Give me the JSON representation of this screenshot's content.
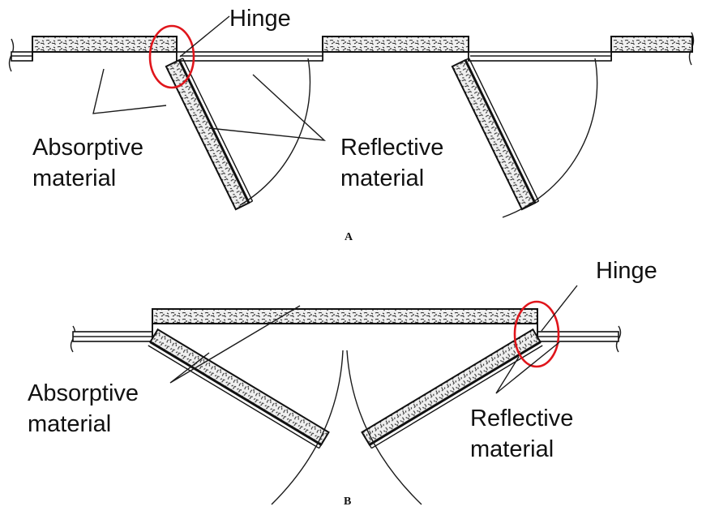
{
  "panels": [
    {
      "id": "A",
      "panel_label": "A",
      "labels": {
        "hinge": "Hinge",
        "absorptive_line1": "Absorptive",
        "absorptive_line2": "material",
        "reflective_line1": "Reflective",
        "reflective_line2": "material"
      }
    },
    {
      "id": "B",
      "panel_label": "B",
      "labels": {
        "hinge": "Hinge",
        "absorptive_line1": "Absorptive",
        "absorptive_line2": "material",
        "reflective_line1": "Reflective",
        "reflective_line2": "material"
      }
    }
  ],
  "colors": {
    "highlight_circle": "#e0151b",
    "ink": "#111111",
    "background": "#ffffff"
  }
}
